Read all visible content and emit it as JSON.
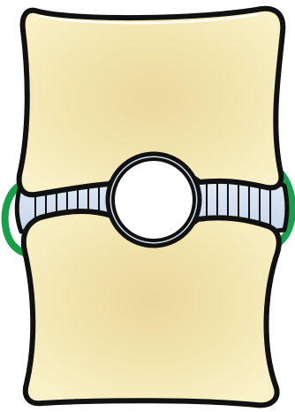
{
  "diagram": {
    "type": "intervertebral-disc-illustration",
    "labels": [],
    "colors": {
      "vertebra_fill": "#f6edbb",
      "vertebra_shade": "#ebd9a0",
      "outline": "#111111",
      "disc_fill": "#d3e0ef",
      "disc_light": "#e7eff8",
      "nucleus_fill": "#ffffff",
      "ligament": "#16a04a"
    },
    "parts": [
      "upper-vertebral-body",
      "lower-vertebral-body",
      "intervertebral-disc",
      "annulus-fibrosus",
      "nucleus-pulposus",
      "left-ligament",
      "right-ligament"
    ]
  }
}
